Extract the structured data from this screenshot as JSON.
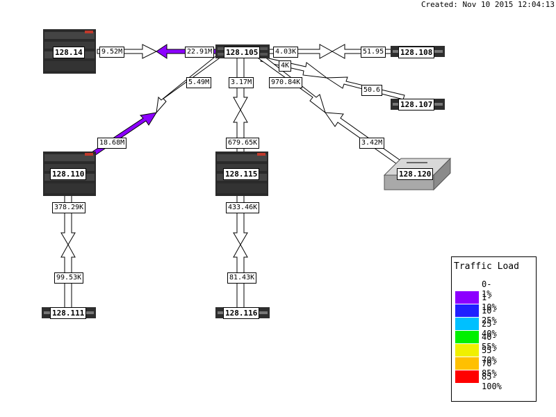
{
  "created": "Created: Nov 10 2015 12:04:13",
  "nodes": {
    "n14": "128.14",
    "n105": "128.105",
    "n108": "128.108",
    "n107": "128.107",
    "n110": "128.110",
    "n115": "128.115",
    "n120": "128.120",
    "n111": "128.111",
    "n116": "128.116"
  },
  "links": {
    "l14_a": "9.52M",
    "l14_b": "22.91M",
    "l108_a": "4.03K",
    "l108_b": "51.95",
    "l107_a": "4K",
    "l107_b": "50.6",
    "l110_a": "5.49M",
    "l110_b": "18.68M",
    "l115_a": "3.17M",
    "l115_b": "679.65K",
    "l120_a": "970.84K",
    "l120_b": "3.42M",
    "l111_a": "378.29K",
    "l111_b": "99.53K",
    "l116_a": "433.46K",
    "l116_b": "81.43K"
  },
  "legend": {
    "title": "Traffic Load",
    "items": [
      {
        "label": "0-1%",
        "color": "#ffffff"
      },
      {
        "label": "1-10%",
        "color": "#8c00ff"
      },
      {
        "label": "10-25%",
        "color": "#2020ff"
      },
      {
        "label": "25-40%",
        "color": "#00c0ff"
      },
      {
        "label": "40-55%",
        "color": "#00f000"
      },
      {
        "label": "55-70%",
        "color": "#f0f000"
      },
      {
        "label": "70-85%",
        "color": "#ffc000"
      },
      {
        "label": "85-100%",
        "color": "#ff0000"
      }
    ]
  }
}
